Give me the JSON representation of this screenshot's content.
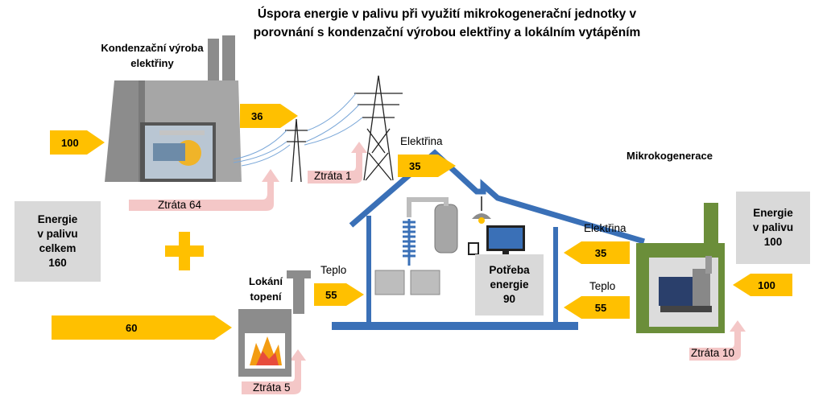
{
  "title_line1": "Úspora energie v palivu při využití mikrokogenerační jednotky v",
  "title_line2": "porovnání s kondenzační výrobou elektřiny a lokálním vytápěním",
  "condensing": {
    "label_line1": "Kondenzační výroba",
    "label_line2": "elektřiny",
    "fuel_in": "100",
    "electricity_out": "36",
    "loss": "Ztráta 64"
  },
  "transmission": {
    "loss": "Ztráta 1"
  },
  "electricity_delivered": {
    "label": "Elektřina",
    "value": "35"
  },
  "fuel_total": {
    "line1": "Energie",
    "line2": "v palivu",
    "line3": "celkem",
    "line4": "160"
  },
  "local_heating": {
    "label_line1": "Lokání",
    "label_line2": "topení",
    "fuel_in": "60",
    "heat_label": "Teplo",
    "heat_out": "55",
    "loss": "Ztráta 5"
  },
  "house_demand": {
    "line1": "Potřeba",
    "line2": "energie",
    "line3": "90"
  },
  "micro": {
    "title": "Mikrokogenerace",
    "electricity_label": "Elektřina",
    "electricity_out": "35",
    "heat_label": "Teplo",
    "heat_out": "55",
    "fuel_in": "100",
    "fuel_box_line1": "Energie",
    "fuel_box_line2": "v palivu",
    "fuel_box_line3": "100",
    "loss": "Ztráta 10"
  },
  "colors": {
    "arrow": "#ffc000",
    "loss": "#f4c7c7",
    "box": "#d9d9d9",
    "house": "#3a70b7",
    "plant": "#8c8c8c",
    "micro_green": "#6b8e3a"
  }
}
